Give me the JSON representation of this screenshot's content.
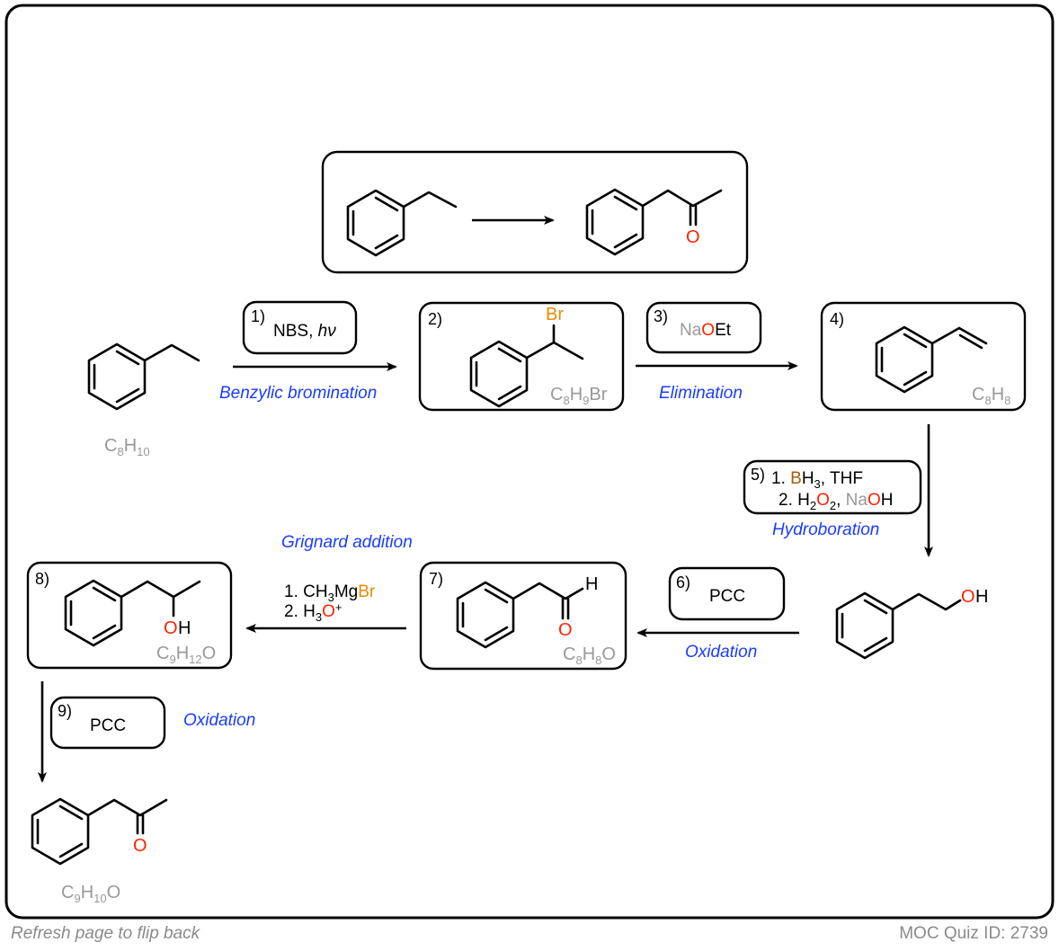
{
  "colors": {
    "reaction_name": "#1a3cff",
    "oxygen": "#ff2200",
    "bromine": "#f08a00",
    "boron": "#a0600a",
    "formula_gray": "#999999"
  },
  "question": {
    "start": "ethylbenzene",
    "target": "phenylacetone",
    "target_oxygen": "O"
  },
  "start_compound": {
    "formula_C": "C",
    "formula_C_n": "8",
    "formula_H": "H",
    "formula_H_n": "10"
  },
  "steps": [
    {
      "num": "1)",
      "reagent": "NBS, ",
      "reagent_italic": "hν",
      "name": "Benzylic bromination"
    },
    {
      "num": "2)",
      "product_atom": "Br",
      "formula": [
        "C",
        "8",
        "H",
        "9",
        "Br"
      ]
    },
    {
      "num": "3)",
      "reagent_na": "Na",
      "reagent_o": "O",
      "reagent_et": "Et",
      "name": "Elimination"
    },
    {
      "num": "4)",
      "formula": [
        "C",
        "8",
        "H",
        "8"
      ]
    },
    {
      "num": "5)",
      "line1_prefix": "1. ",
      "line1_b": "B",
      "line1_h": "H",
      "line1_h_n": "3",
      "line1_rest": ", THF",
      "line2_prefix": "2. H",
      "line2_h_n": "2",
      "line2_o": "O",
      "line2_o_n": "2",
      "line2_sep": ", ",
      "line2_na": "Na",
      "line2_o2": "O",
      "line2_h": "H",
      "name": "Hydroboration",
      "product_o": "O",
      "product_h": "H"
    },
    {
      "num": "6)",
      "reagent": "PCC",
      "name": "Oxidation"
    },
    {
      "num": "7)",
      "product_o": "O",
      "product_h": "H",
      "formula": [
        "C",
        "8",
        "H",
        "8",
        "O"
      ]
    },
    {
      "num": "8)",
      "product_o": "O",
      "product_h": "H",
      "formula": [
        "C",
        "9",
        "H",
        "12",
        "O"
      ],
      "reagent_line1": "1. CH",
      "reagent_line1_n": "3",
      "reagent_line1_mg": "Mg",
      "reagent_line1_br": "Br",
      "reagent_line2": "2. H",
      "reagent_line2_n": "3",
      "reagent_line2_o": "O",
      "reagent_line2_plus": "+",
      "name": "Grignard addition"
    },
    {
      "num": "9)",
      "reagent": "PCC",
      "name": "Oxidation"
    }
  ],
  "final_compound": {
    "product_o": "O",
    "formula": [
      "C",
      "9",
      "H",
      "10",
      "O"
    ]
  },
  "footer": {
    "hint": "Refresh page to flip back",
    "quiz_id": "MOC Quiz ID: 2739"
  }
}
